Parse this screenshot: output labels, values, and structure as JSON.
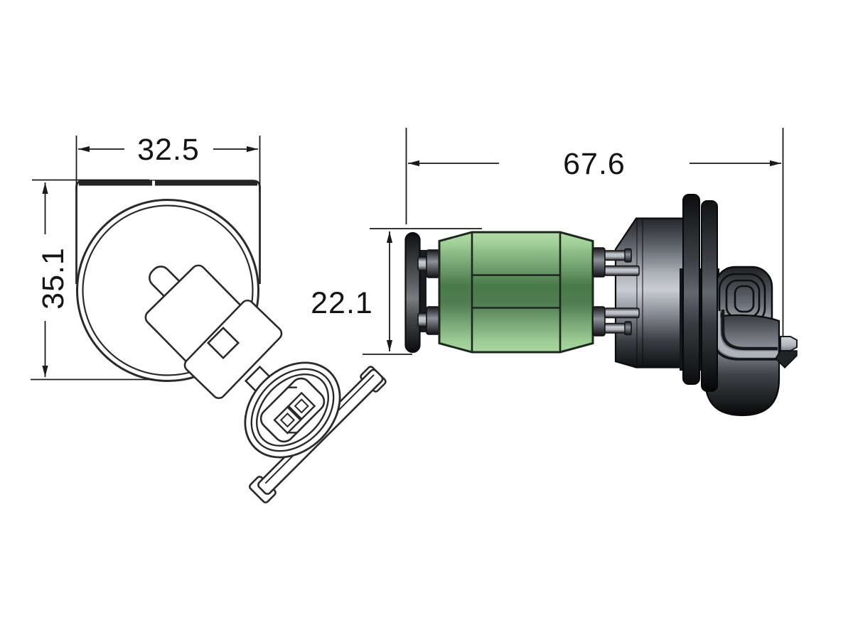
{
  "drawing": {
    "kind": "technical-dimension-drawing",
    "subject": "automotive bulb with connector (front view and side view)",
    "dimensions": {
      "front_width": "32.5",
      "front_height": "35.1",
      "side_length": "67.6",
      "side_body_height": "22.1"
    },
    "colors": {
      "background": "#ffffff",
      "line": "#1a1a1a",
      "outline": "#2a2a2a",
      "body_green_light": "#b7dcab",
      "body_green_dark": "#4a794c",
      "metal_highlight": "#c9cdd3",
      "plastic_dark": "#0e0f11"
    }
  }
}
